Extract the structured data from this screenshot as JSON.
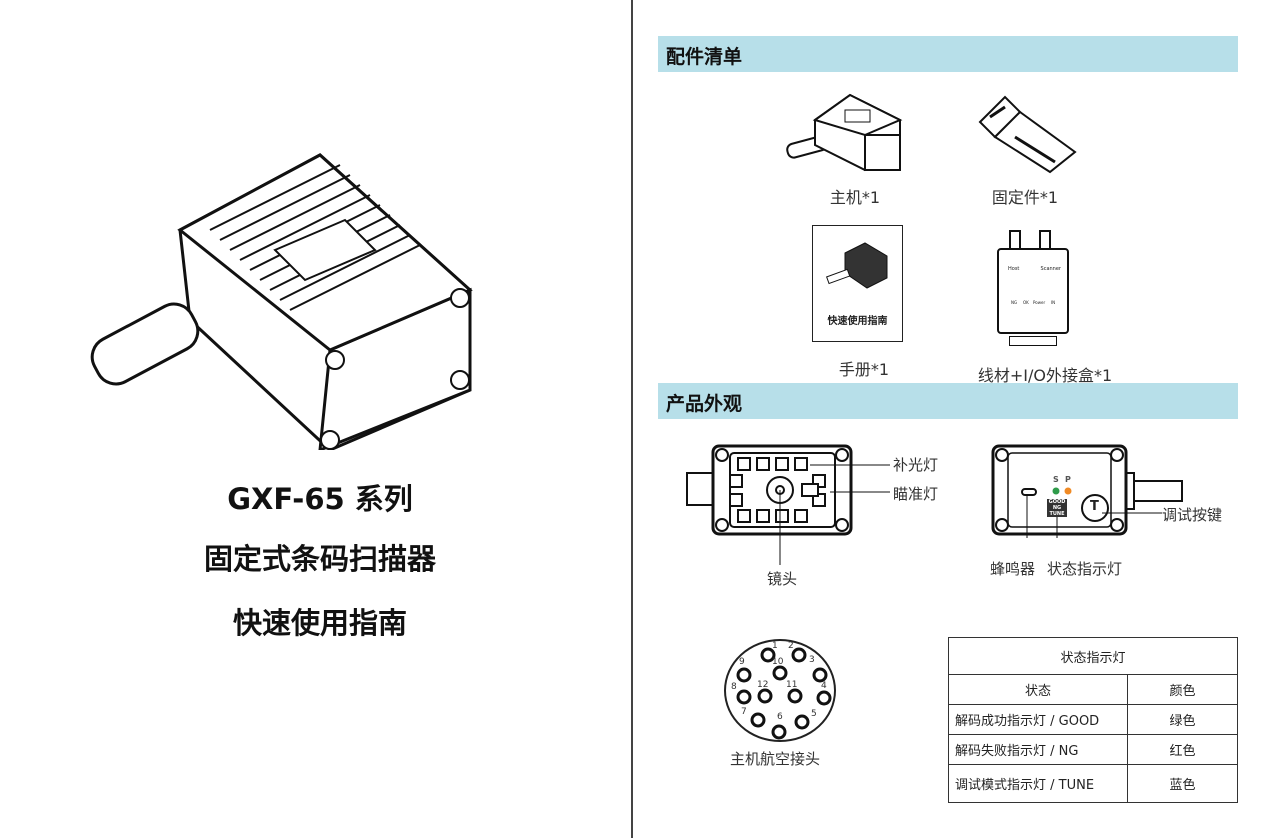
{
  "cover": {
    "title_line1": "GXF-65  系列",
    "title_line2": "固定式条码扫描器",
    "title_line3": "快速使用指南"
  },
  "accessories": {
    "heading": "配件清单",
    "items": [
      {
        "label": "主机*1"
      },
      {
        "label": "固定件*1"
      },
      {
        "label": "手册*1",
        "booklet_text": "快速使用指南"
      },
      {
        "label": "线材+I/O外接盒*1",
        "box_labels": [
          "Host",
          "Scanner",
          "NG",
          "OK",
          "Power",
          "IN"
        ]
      }
    ]
  },
  "appearance": {
    "heading": "产品外观",
    "front_labels": {
      "fill_light": "补光灯",
      "aim_light": "瞄准灯",
      "lens": "镜头"
    },
    "back_labels": {
      "s": "S",
      "p": "P",
      "status_text": [
        "GOOD",
        "NG",
        "TUNE"
      ],
      "t": "T",
      "tune_button": "调试按键",
      "buzzer": "蜂鸣器",
      "status_led": "状态指示灯"
    },
    "connector": {
      "label": "主机航空接头",
      "pins": [
        "1",
        "2",
        "3",
        "4",
        "5",
        "6",
        "7",
        "8",
        "9",
        "10",
        "11",
        "12"
      ]
    }
  },
  "status_table": {
    "title": "状态指示灯",
    "headers": [
      "状态",
      "颜色"
    ],
    "rows": [
      [
        "解码成功指示灯  / GOOD",
        "绿色"
      ],
      [
        "解码失败指示灯  / NG",
        "红色"
      ],
      [
        "调试模式指示灯  / TUNE",
        "蓝色"
      ]
    ]
  },
  "colors": {
    "section_bg": "#b7dfe9",
    "led_green": "#2e9b4a",
    "led_orange": "#f08a24"
  }
}
